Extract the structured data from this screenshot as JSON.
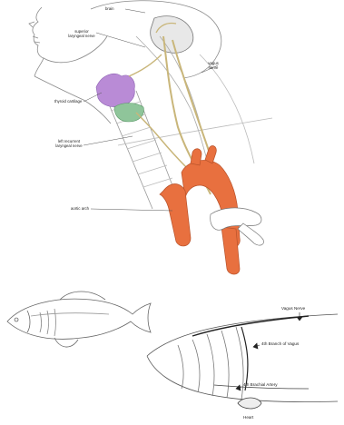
{
  "top_figure": {
    "labels": {
      "brain": "brain",
      "superior_laryngeal": "superior laryngeal nerve",
      "vagus": "vagus nerve",
      "thyroid": "thyroid cartilage",
      "left_recurrent": "left recurrent laryngeal nerve",
      "aortic_arch": "aortic arch"
    }
  },
  "bottom_figure": {
    "labels": {
      "vagus_nerve": "Vagus Nerve",
      "branch": "4th Branch of Vagus",
      "artery": "4th Brachial Artery",
      "heart": "Heart"
    }
  },
  "colors": {
    "nerve": "#c9b67a",
    "aorta": "#e8703f",
    "thyroid": "#b98bd6",
    "cricoid": "#8fc59a",
    "line": "#555555"
  }
}
